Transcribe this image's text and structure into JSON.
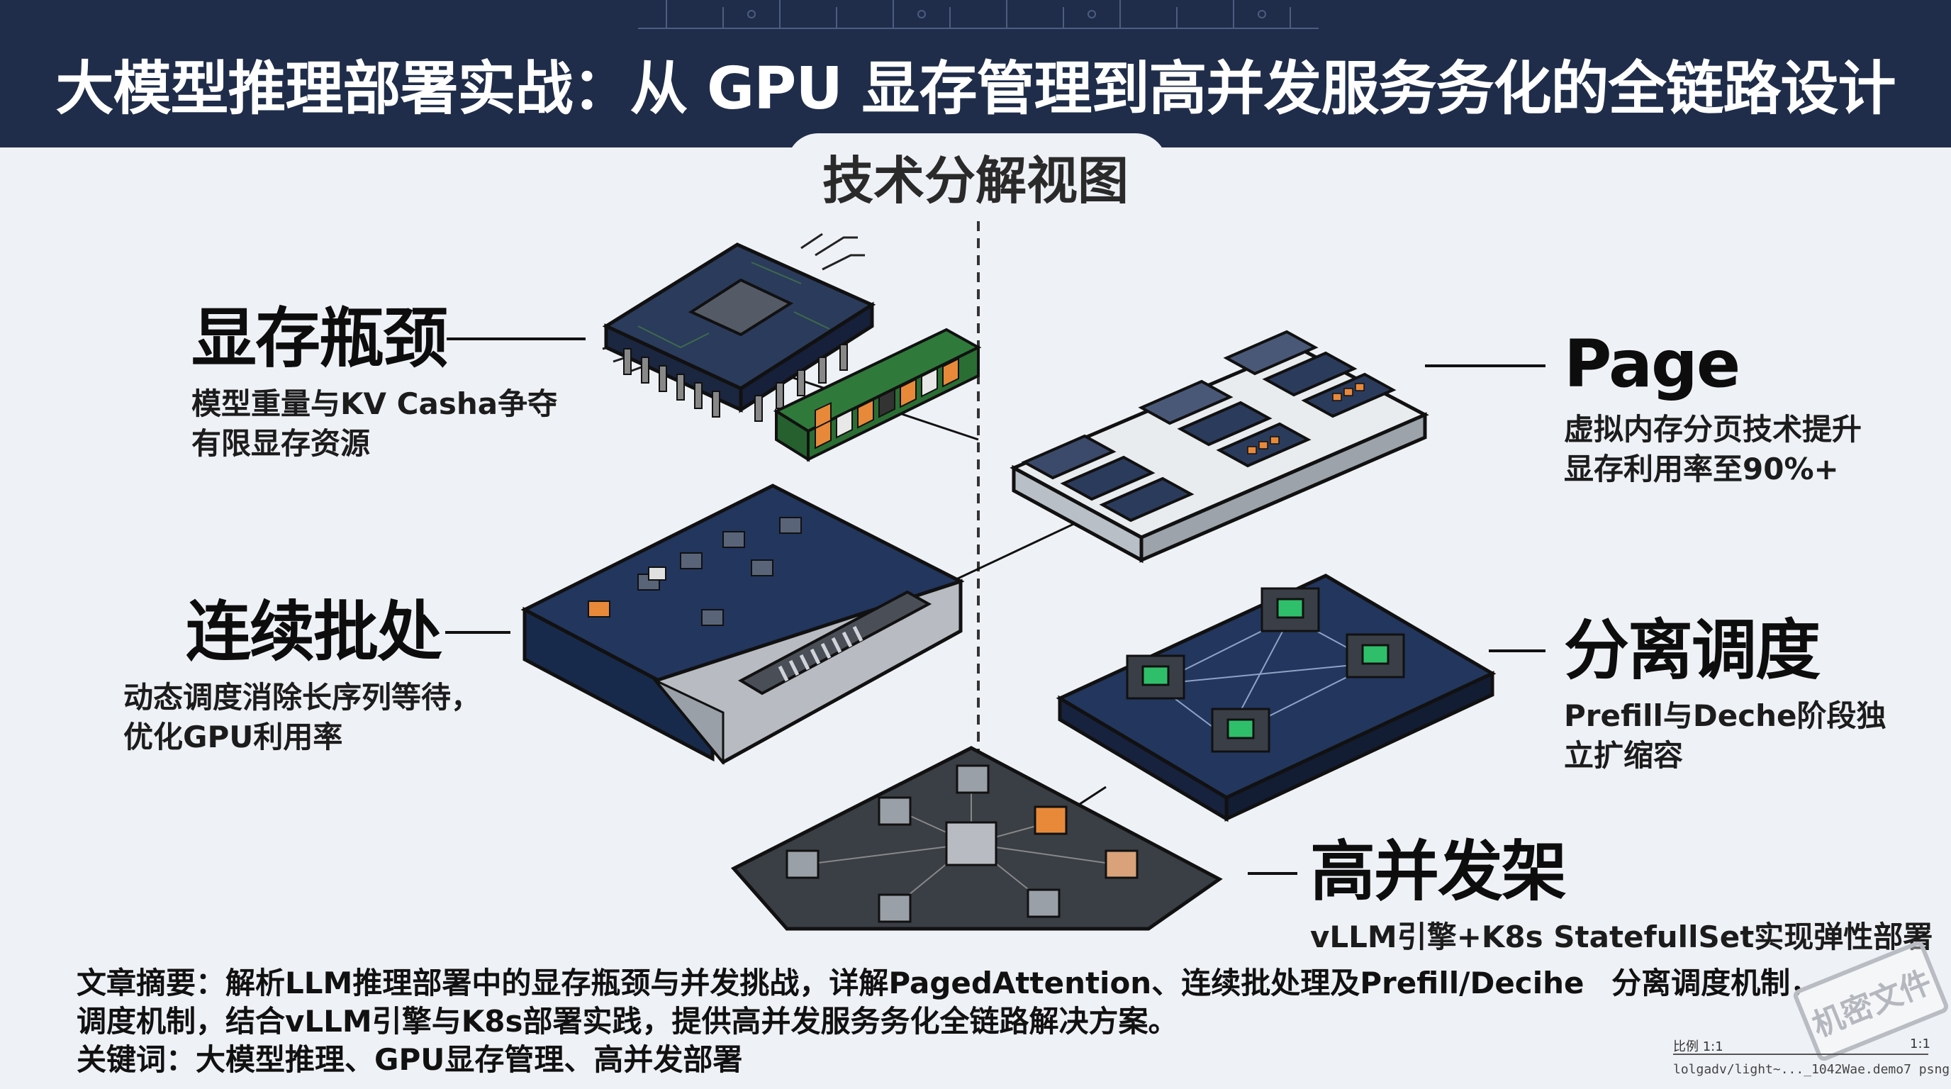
{
  "header": {
    "title": "大模型推理部署实战：从 GPU 显存管理到高并发服务务化的全链路设计",
    "subtitle": "技术分解视图"
  },
  "components": [
    {
      "title": "显存瓶颈",
      "desc_lines": [
        "模型重量与KV Casha争夺",
        "有限显存资源"
      ]
    },
    {
      "title": "Page",
      "desc_lines": [
        "虚拟内存分页技术提升",
        "显存利用率至90%+"
      ]
    },
    {
      "title": "连续批处",
      "desc_lines": [
        "动态调度消除长序列等待，",
        "优化GPU利用率"
      ]
    },
    {
      "title": "分离调度",
      "desc_lines": [
        "Prefill与Deche阶段独",
        "立扩缩容"
      ]
    },
    {
      "title": "高并发架",
      "desc_lines": [
        "vLLM引擎+K8s StatefullSet实现弹性部署"
      ]
    }
  ],
  "summary": {
    "line1": "文章摘要：解析LLM推理部署中的显存瓶颈与并发挑战，详解PagedAttention、连续批处理及Prefill/Deciheﾠ分离调度机制，",
    "line2": "调度机制，结合vLLM引擎与K8s部署实践，提供高并发服务务化全链路解决方案。",
    "line3": "关键词：大模型推理、GPU显存管理、高并发部署"
  },
  "stamp": {
    "text": "机密文件"
  },
  "footer": {
    "scale_label": "比例 1:1",
    "scale_right": "1:1",
    "filename": "lolgadv/light~..._1042Wae.demo7 psng"
  },
  "colors": {
    "header_bg": "#1f2d4a",
    "page_bg": "#eef1f5",
    "board_navy": "#22365e",
    "board_dark": "#34383f",
    "accent_orange": "#e8893a",
    "accent_green": "#2fbf6a",
    "ram_green": "#2f7a3a"
  },
  "icons": [
    "gpu-chip-icon",
    "ram-module-icon",
    "memory-page-icon",
    "batch-processor-icon",
    "scheduler-board-icon",
    "cluster-board-icon"
  ]
}
